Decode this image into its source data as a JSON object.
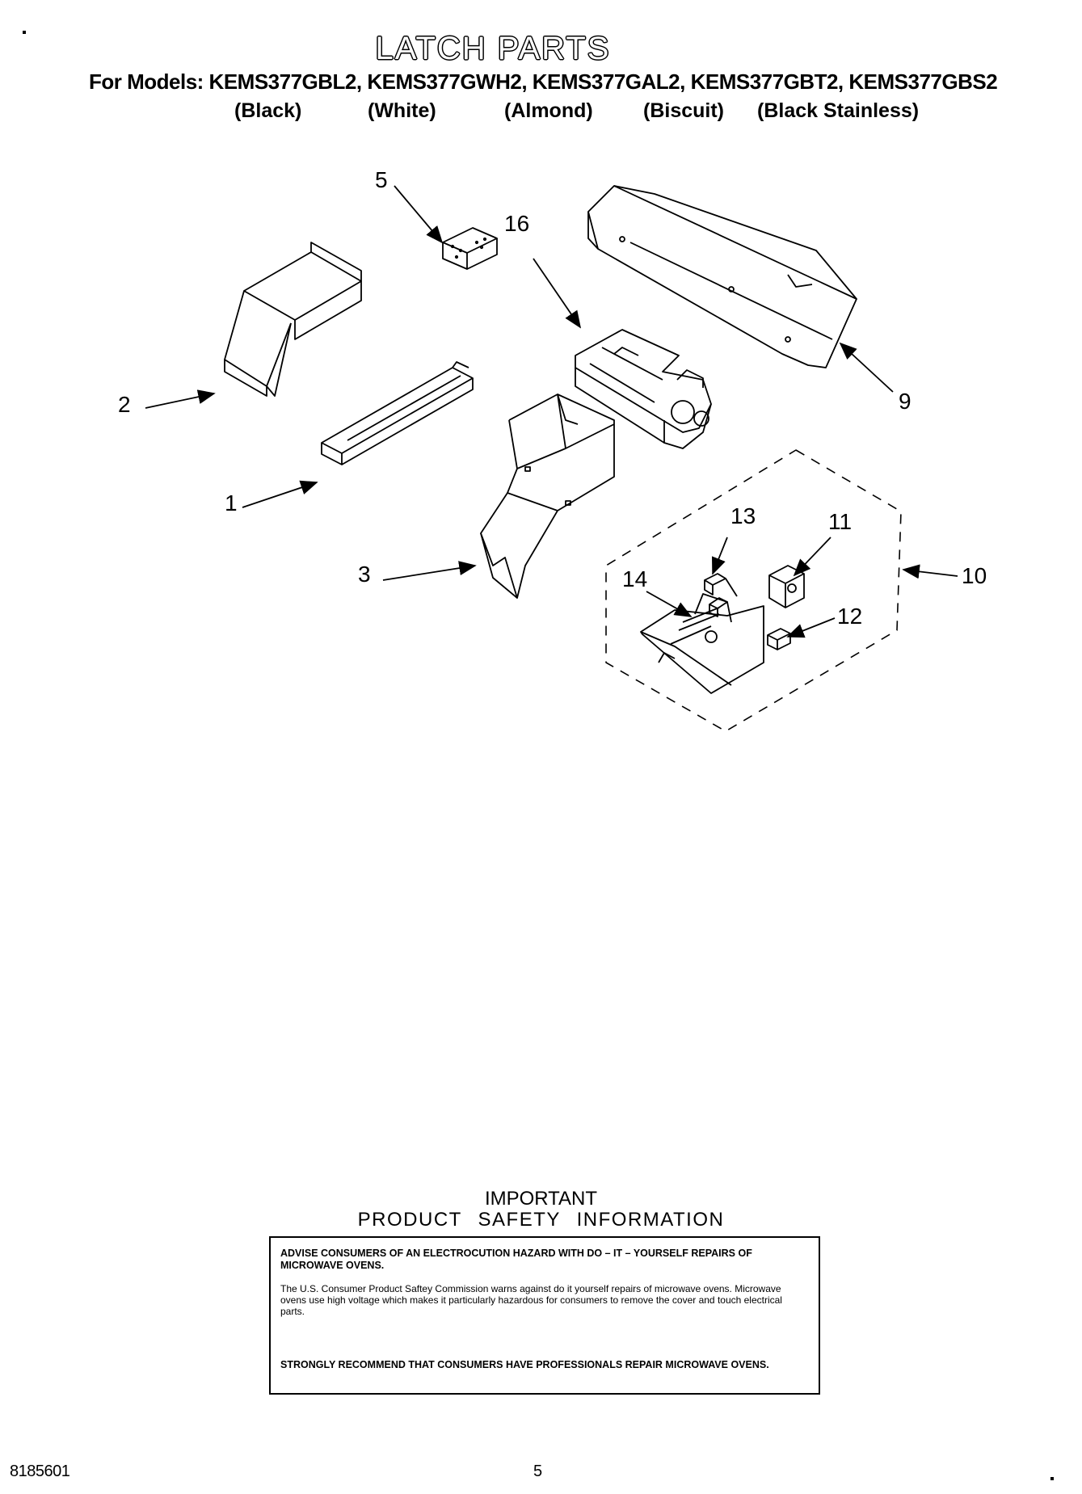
{
  "header": {
    "title": "LATCH PARTS",
    "models_line": "For Models: KEMS377GBL2, KEMS377GWH2, KEMS377GAL2, KEMS377GBT2, KEMS377GBS2",
    "variants": [
      "(Black)",
      "(White)",
      "(Almond)",
      "(Biscuit)",
      "(Black Stainless)"
    ]
  },
  "callouts": {
    "c1": "1",
    "c2": "2",
    "c3": "3",
    "c5": "5",
    "c9": "9",
    "c10": "10",
    "c11": "11",
    "c12": "12",
    "c13": "13",
    "c14": "14",
    "c16": "16"
  },
  "safety": {
    "heading": "IMPORTANT",
    "subheading": "PRODUCT SAFETY INFORMATION",
    "advise": "ADVISE CONSUMERS OF AN ELECTROCUTION HAZARD WITH DO – IT – YOURSELF REPAIRS OF MICROWAVE OVENS.",
    "body": "The U.S. Consumer Product Saftey Commission warns against do   it   yourself repairs of microwave ovens. Microwave ovens use high voltage which makes it particularly hazardous for consumers to remove the cover and touch electrical parts.",
    "recommend": "STRONGLY RECOMMEND THAT CONSUMERS HAVE PROFESSIONALS REPAIR MICROWAVE OVENS."
  },
  "footer": {
    "doc_number": "8185601",
    "page_number": "5"
  }
}
